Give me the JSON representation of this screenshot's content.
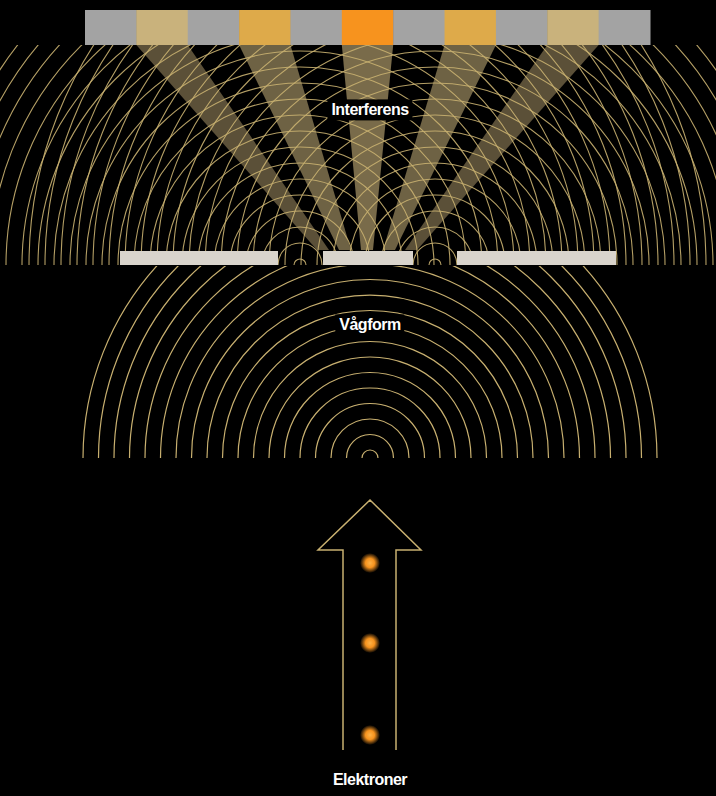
{
  "diagram": {
    "labels": [
      "Interferens",
      "Vågform",
      "Elektroner"
    ]
  }
}
